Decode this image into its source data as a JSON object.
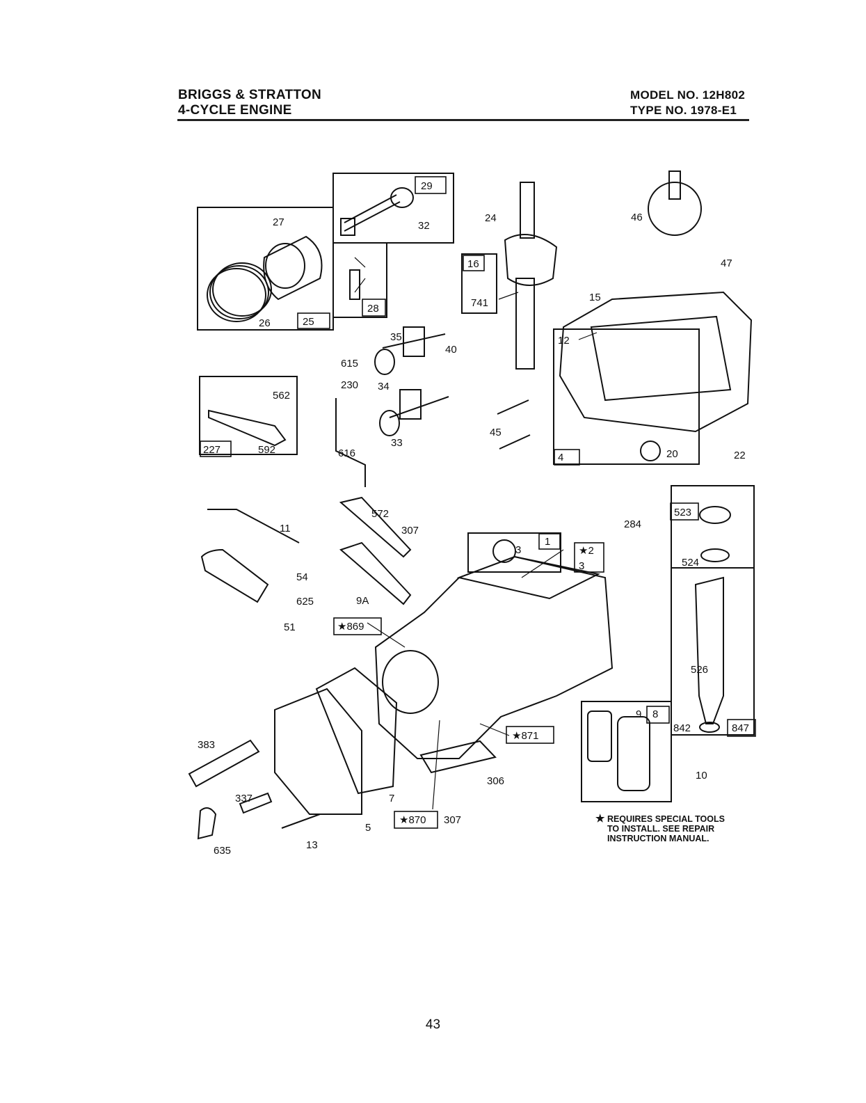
{
  "header": {
    "brand_line1": "BRIGGS & STRATTON",
    "brand_line2": "4-CYCLE ENGINE",
    "model_line": "MODEL NO. 12H802",
    "type_line": "TYPE NO. 1978-E1"
  },
  "boxed_labels": [
    "29",
    "25",
    "28",
    "16",
    "227",
    "4",
    "1",
    "★2",
    "3",
    "523",
    "★869",
    "★871",
    "9",
    "8",
    "842",
    "847",
    "★870"
  ],
  "part_labels": [
    "27",
    "32",
    "24",
    "46",
    "47",
    "26",
    "35",
    "40",
    "15",
    "12",
    "741",
    "615",
    "230",
    "34",
    "562",
    "33",
    "592",
    "616",
    "45",
    "20",
    "22",
    "11",
    "572",
    "307",
    "284",
    "524",
    "54",
    "625",
    "9A",
    "51",
    "3",
    "526",
    "383",
    "306",
    "10",
    "337",
    "7",
    "307",
    "5",
    "635",
    "13"
  ],
  "note": {
    "line1": "REQUIRES SPECIAL TOOLS",
    "line2": "TO INSTALL. SEE REPAIR",
    "line3": "INSTRUCTION MANUAL.",
    "star": "★"
  },
  "page_number": "43"
}
